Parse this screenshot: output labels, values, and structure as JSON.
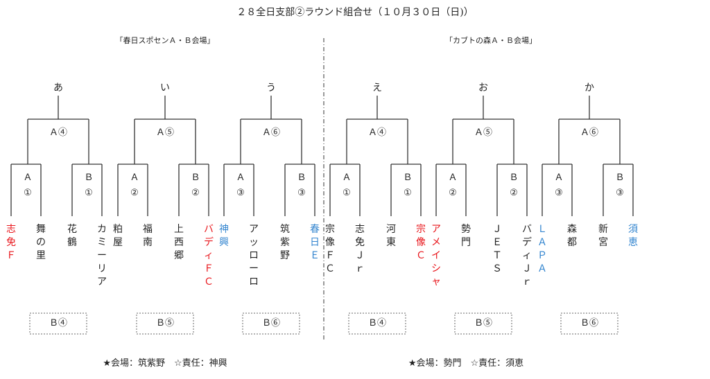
{
  "title": "２８全日支部②ラウンド組合せ（１０月３０日（日)）",
  "colors": {
    "red": "#e8141a",
    "blue": "#3385cf",
    "black": "#222222"
  },
  "venues": [
    {
      "name": "「春日スポセンＡ・Ｂ会場」",
      "footer": "★会場：筑紫野　☆責任：神興"
    },
    {
      "name": "「カブトの森Ａ・Ｂ会場」",
      "footer": "★会場：勢門　☆責任：須恵"
    }
  ],
  "groups": [
    {
      "label": "あ",
      "match": "Ａ④",
      "bottom_match": "Ｂ④",
      "slots": [
        {
          "court": "Ａ",
          "num": "①"
        },
        {
          "court": "Ｂ",
          "num": "①"
        }
      ],
      "teams": [
        {
          "name": "志免Ｆ",
          "color": "red"
        },
        {
          "name": "舞の里",
          "color": "black"
        },
        {
          "name": "花鶴",
          "color": "black"
        },
        {
          "name": "カミーリア",
          "color": "black"
        }
      ]
    },
    {
      "label": "い",
      "match": "Ａ⑤",
      "bottom_match": "Ｂ⑤",
      "slots": [
        {
          "court": "Ａ",
          "num": "②"
        },
        {
          "court": "Ｂ",
          "num": "②"
        }
      ],
      "teams": [
        {
          "name": "粕屋",
          "color": "black"
        },
        {
          "name": "福南",
          "color": "black"
        },
        {
          "name": "上西郷",
          "color": "black"
        },
        {
          "name": "バディＦＣ",
          "color": "red"
        }
      ]
    },
    {
      "label": "う",
      "match": "Ａ⑥",
      "bottom_match": "Ｂ⑥",
      "slots": [
        {
          "court": "Ａ",
          "num": "③"
        },
        {
          "court": "Ｂ",
          "num": "③"
        }
      ],
      "teams": [
        {
          "name": "神興",
          "color": "blue"
        },
        {
          "name": "アッローロ",
          "color": "black"
        },
        {
          "name": "筑紫野",
          "color": "black"
        },
        {
          "name": "春日Ｅ",
          "color": "blue"
        }
      ]
    },
    {
      "label": "え",
      "match": "Ａ④",
      "bottom_match": "Ｂ④",
      "slots": [
        {
          "court": "Ａ",
          "num": "①"
        },
        {
          "court": "Ｂ",
          "num": "①"
        }
      ],
      "teams": [
        {
          "name": "宗像ＦＣ",
          "color": "black"
        },
        {
          "name": "志免Ｊｒ",
          "color": "black"
        },
        {
          "name": "河東",
          "color": "black"
        },
        {
          "name": "宗像Ｃ",
          "color": "red"
        }
      ]
    },
    {
      "label": "お",
      "match": "Ａ⑤",
      "bottom_match": "Ｂ⑤",
      "slots": [
        {
          "court": "Ａ",
          "num": "②"
        },
        {
          "court": "Ｂ",
          "num": "②"
        }
      ],
      "teams": [
        {
          "name": "アメイシャ",
          "color": "red"
        },
        {
          "name": "勢門",
          "color": "black"
        },
        {
          "name": "ＪＥＴＳ",
          "color": "black"
        },
        {
          "name": "バディＪｒ",
          "color": "black"
        }
      ]
    },
    {
      "label": "か",
      "match": "Ａ⑥",
      "bottom_match": "Ｂ⑥",
      "slots": [
        {
          "court": "Ａ",
          "num": "③"
        },
        {
          "court": "Ｂ",
          "num": "③"
        }
      ],
      "teams": [
        {
          "name": "ＬＡＰＡ",
          "color": "blue"
        },
        {
          "name": "森都",
          "color": "black"
        },
        {
          "name": "新宮",
          "color": "black"
        },
        {
          "name": "須恵",
          "color": "blue"
        }
      ]
    }
  ]
}
